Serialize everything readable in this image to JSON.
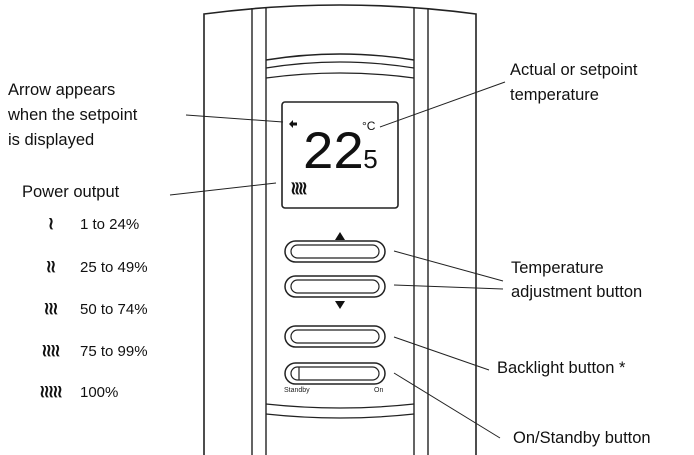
{
  "display": {
    "temperature_main": "22",
    "temperature_decimal": ".5",
    "unit": "°C",
    "power_indicator": "≀≀≀≀"
  },
  "callouts": {
    "arrow_line1": "Arrow appears",
    "arrow_line2": "when the setpoint",
    "arrow_line3": "is displayed",
    "temp_line1": "Actual or setpoint",
    "temp_line2": "temperature",
    "power_output": "Power output",
    "adjust_line1": "Temperature",
    "adjust_line2": "adjustment button",
    "backlight": "Backlight button *",
    "onstandby": "On/Standby button"
  },
  "legend": [
    {
      "symbol": "≀",
      "range": "1 to 24%"
    },
    {
      "symbol": "≀≀",
      "range": "25 to 49%"
    },
    {
      "symbol": "≀≀≀",
      "range": "50 to 74%"
    },
    {
      "symbol": "≀≀≀≀",
      "range": "75 to 99%"
    },
    {
      "symbol": "≀≀≀≀≀",
      "range": "100%"
    }
  ],
  "switch": {
    "left_label": "Standby",
    "right_label": "On"
  }
}
